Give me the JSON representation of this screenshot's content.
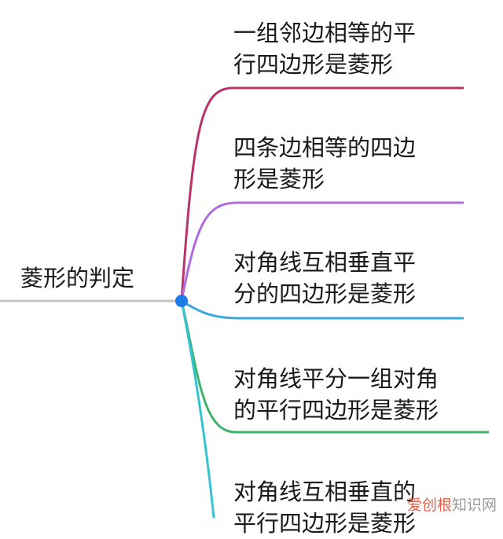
{
  "root": {
    "label": "菱形的判定"
  },
  "branches": [
    {
      "label": "一组邻边相等的平\n行四边形是菱形",
      "color": "#b8336a"
    },
    {
      "label": "四条边相等的四边\n形是菱形",
      "color": "#b06ae0"
    },
    {
      "label": "对角线互相垂直平\n分的四边形是菱形",
      "color": "#3aa7e0"
    },
    {
      "label": "对角线平分一组对角\n的平行四边形是菱形",
      "color": "#3fb36a"
    },
    {
      "label": "对角线互相垂直的\n平行四边形是菱形",
      "color": "#35c3d0"
    }
  ],
  "colors": {
    "root_line": "#c4c4c4",
    "node": "#1e7be6"
  },
  "watermark": {
    "part1": "爱创根",
    "part2": "知识网"
  }
}
